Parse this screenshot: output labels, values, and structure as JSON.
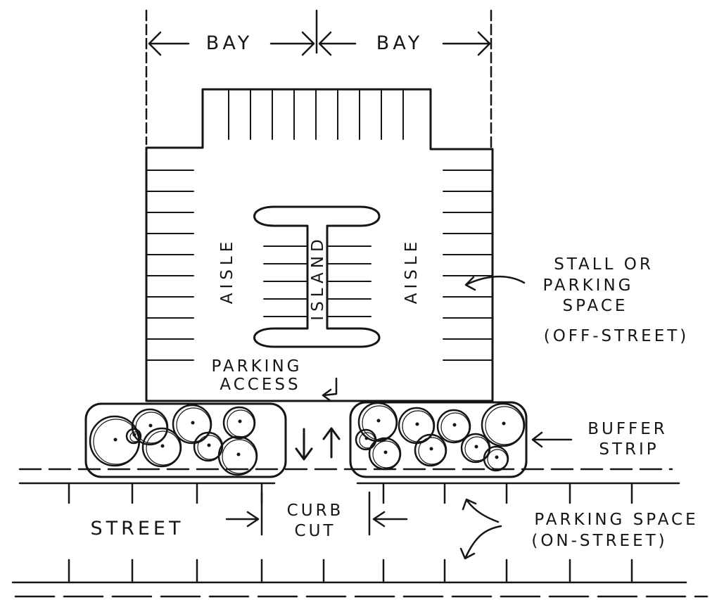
{
  "labels": {
    "bay_left": "BAY",
    "bay_right": "BAY",
    "aisle_left": "AISLE",
    "island": "ISLAND",
    "aisle_right": "AISLE",
    "stall_line1": "STALL OR",
    "stall_line2": "PARKING",
    "stall_line3": "SPACE",
    "stall_line4": "(OFF-STREET)",
    "access_line1": "PARKING",
    "access_line2": "ACCESS",
    "buffer_line1": "BUFFER",
    "buffer_line2": "STRIP",
    "curb_line1": "CURB",
    "curb_line2": "CUT",
    "street": "STREET",
    "onstreet_line1": "PARKING SPACE",
    "onstreet_line2": "(ON-STREET)"
  },
  "colors": {
    "ink": "#151515",
    "paper": "#ffffff"
  }
}
